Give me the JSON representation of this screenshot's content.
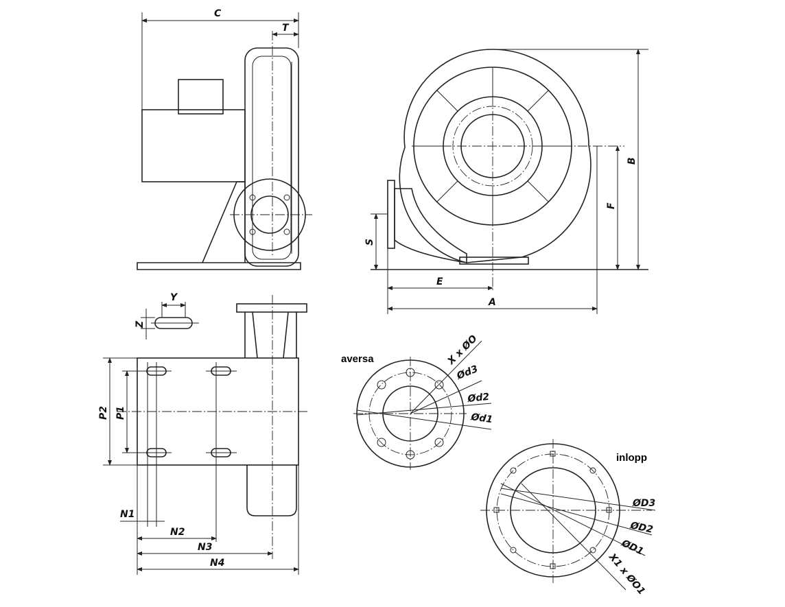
{
  "side_view": {
    "C": "C",
    "T": "T"
  },
  "front_view": {
    "B": "B",
    "F": "F",
    "S": "S",
    "E": "E",
    "A": "A"
  },
  "bottom_view": {
    "Y": "Y",
    "Z": "Z",
    "P1": "P1",
    "P2": "P2",
    "N1": "N1",
    "N2": "N2",
    "N3": "N3",
    "N4": "N4"
  },
  "outlet_flange": {
    "title": "aversa",
    "holes": "X x ØO",
    "d3": "Ød3",
    "d2": "Ød2",
    "d1": "Ød1"
  },
  "inlet_flange": {
    "title": "inlopp",
    "D3": "ØD3",
    "D2": "ØD2",
    "D1": "ØD1",
    "holes": "X1 x ØO1"
  }
}
